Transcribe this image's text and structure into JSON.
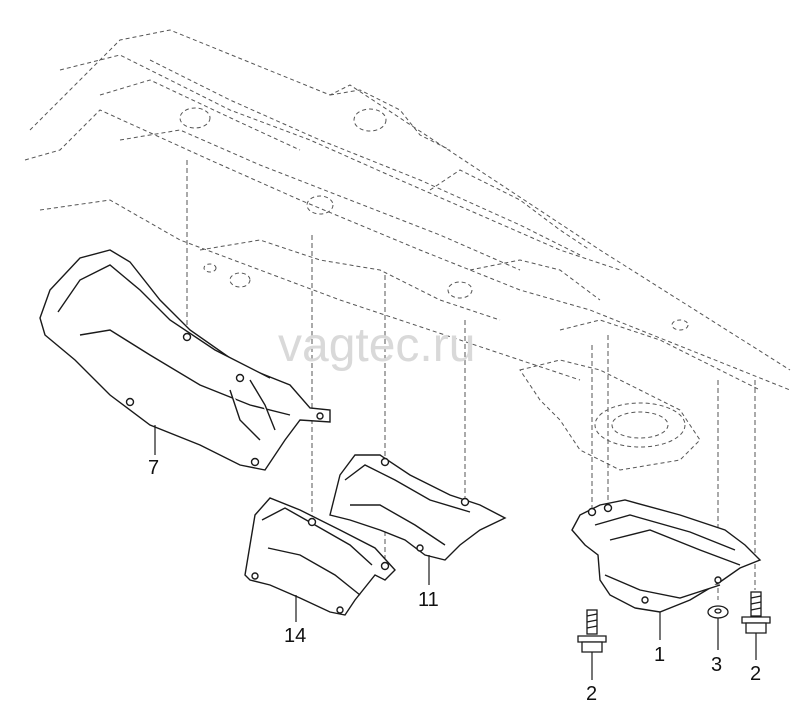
{
  "watermark": "vagtec.ru",
  "callouts": {
    "heat_shield_7": "7",
    "heat_shield_14": "14",
    "heat_shield_11": "11",
    "heat_shield_1": "1",
    "bolt_left": "2",
    "washer_3": "3",
    "bolt_right": "2"
  },
  "colors": {
    "line": "#1a1a1a",
    "dashed": "#555555",
    "background": "#ffffff"
  }
}
